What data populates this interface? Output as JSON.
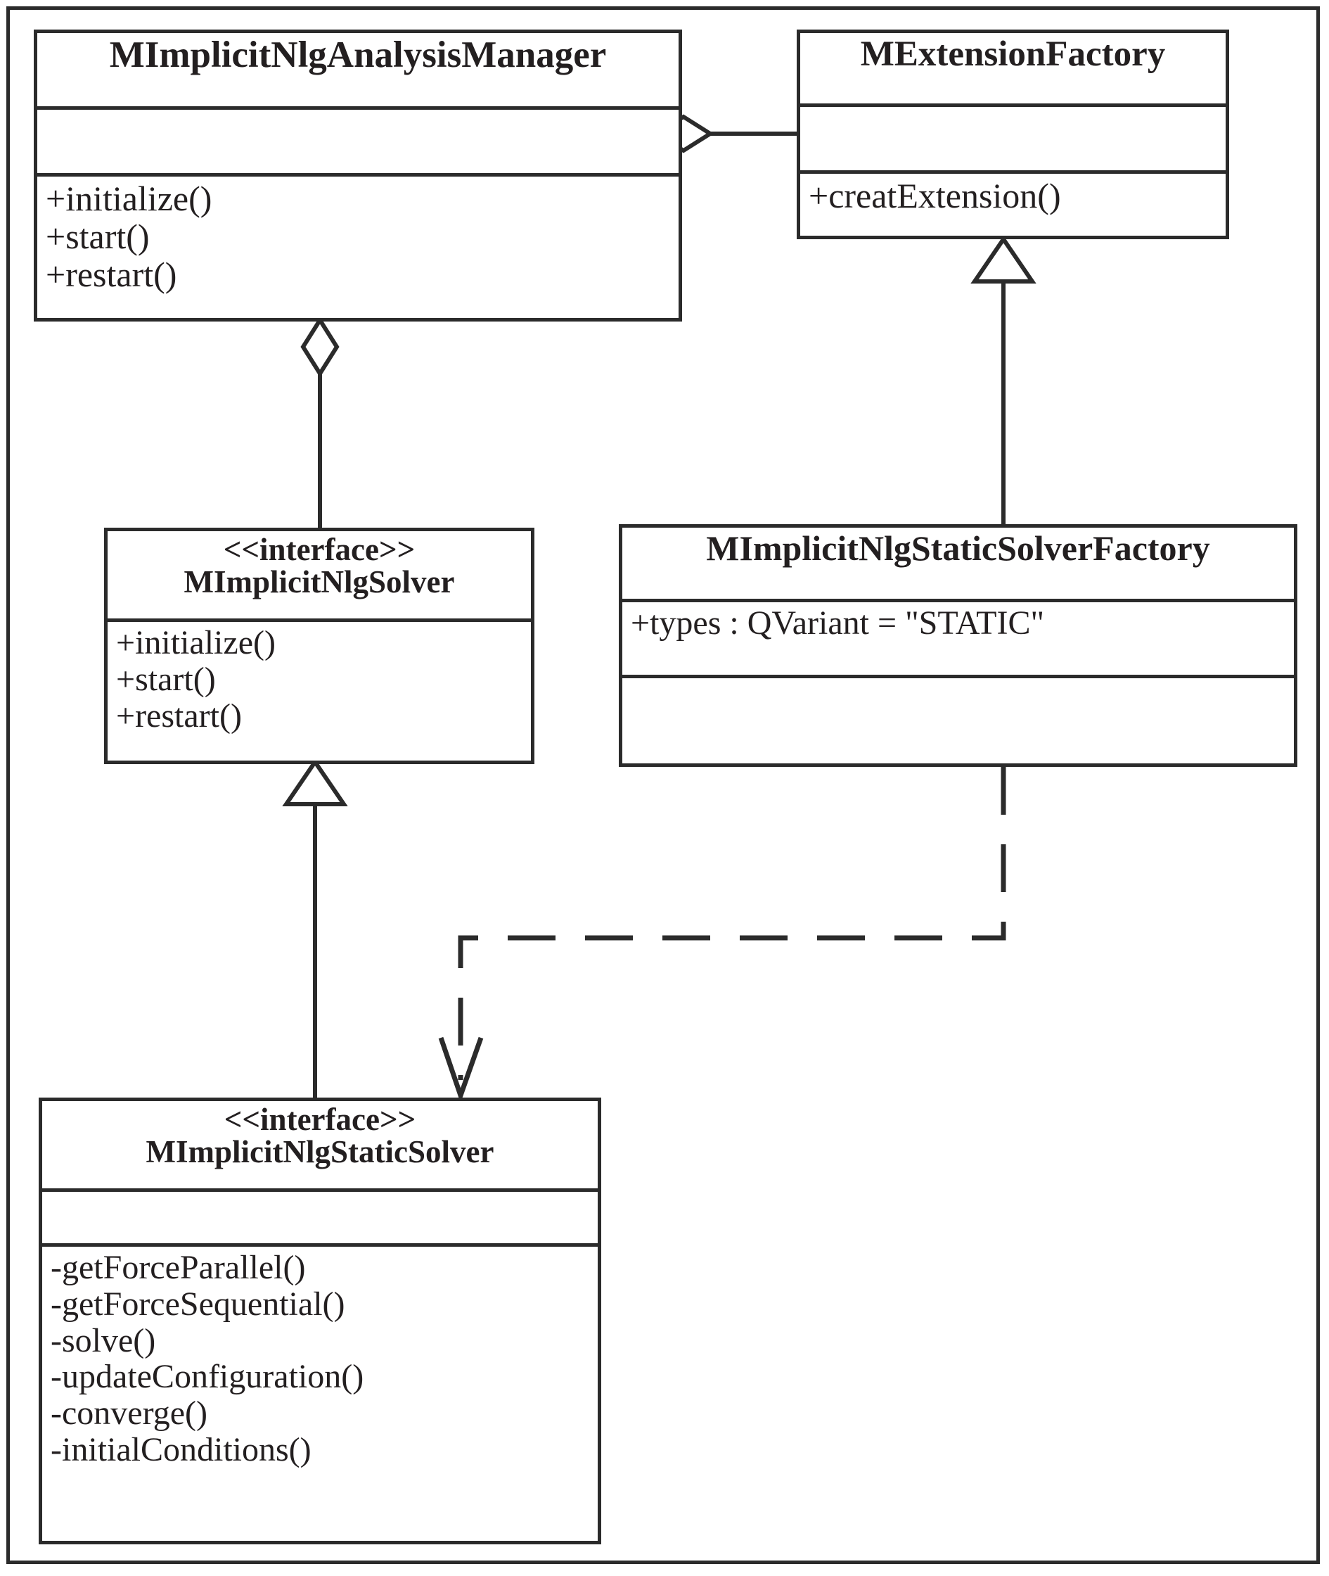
{
  "diagram": {
    "type": "uml-class-diagram",
    "stroke_color": "#2b2b2b",
    "background_color": "#ffffff",
    "stereotype_label": "<<interface>>"
  },
  "classes": {
    "manager": {
      "name": "MImplicitNlgAnalysisManager",
      "stereotype": "",
      "attributes": [],
      "operations": [
        "+initialize()",
        "+start()",
        "+restart()"
      ]
    },
    "extension_factory": {
      "name": "MExtensionFactory",
      "stereotype": "",
      "attributes": [],
      "operations": [
        "+creatExtension()"
      ]
    },
    "solver": {
      "name": "MImplicitNlgSolver",
      "stereotype": "<<interface>>",
      "attributes": [],
      "operations": [
        "+initialize()",
        "+start()",
        "+restart()"
      ]
    },
    "static_solver_factory": {
      "name": "MImplicitNlgStaticSolverFactory",
      "stereotype": "",
      "attributes": [
        "+types : QVariant = \"STATIC\""
      ],
      "operations": []
    },
    "static_solver": {
      "name": "MImplicitNlgStaticSolver",
      "stereotype": "<<interface>>",
      "attributes": [],
      "operations": [
        "-getForceParallel()",
        "-getForceSequential()",
        "-solve()",
        "-updateConfiguration()",
        "-converge()",
        "-initialConditions()"
      ]
    }
  },
  "relationships": [
    {
      "kind": "aggregation",
      "from": "extension_factory",
      "to": "manager",
      "notation": "hollow-diamond",
      "orientation": "horizontal"
    },
    {
      "kind": "aggregation",
      "from": "solver",
      "to": "manager",
      "notation": "hollow-diamond",
      "orientation": "vertical"
    },
    {
      "kind": "generalization",
      "from": "static_solver_factory",
      "to": "extension_factory",
      "notation": "hollow-triangle",
      "orientation": "vertical"
    },
    {
      "kind": "generalization",
      "from": "static_solver",
      "to": "solver",
      "notation": "hollow-triangle",
      "orientation": "vertical"
    },
    {
      "kind": "dependency",
      "from": "static_solver_factory",
      "to": "static_solver",
      "notation": "dashed-open-arrow",
      "orientation": "orthogonal"
    }
  ]
}
